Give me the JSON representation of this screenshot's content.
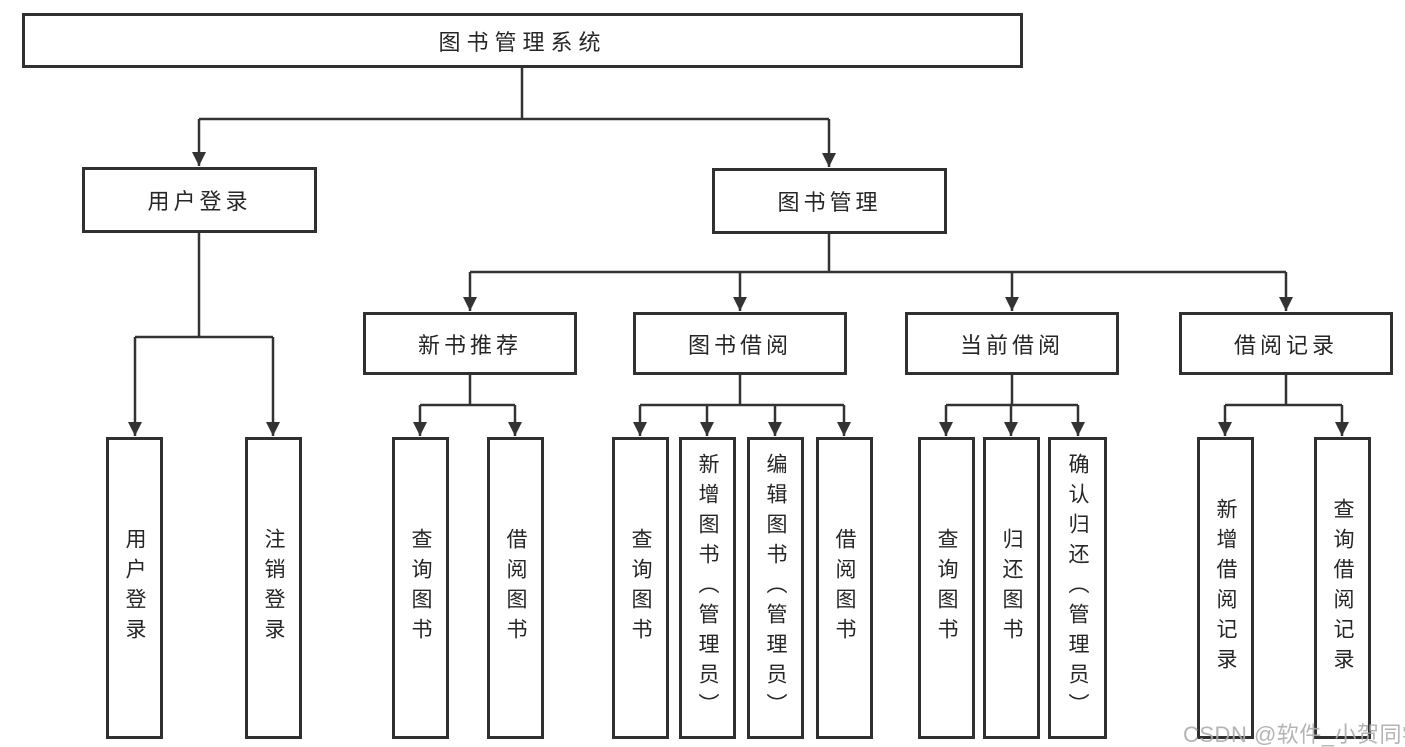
{
  "tree": {
    "root": {
      "label": "图书管理系统",
      "children": [
        {
          "label": "用户登录",
          "children": [
            {
              "label": "用户登录"
            },
            {
              "label": "注销登录"
            }
          ]
        },
        {
          "label": "图书管理",
          "children": [
            {
              "label": "新书推荐",
              "children": [
                {
                  "label": "查询图书"
                },
                {
                  "label": "借阅图书"
                }
              ]
            },
            {
              "label": "图书借阅",
              "children": [
                {
                  "label": "查询图书"
                },
                {
                  "label": "新增图书（管理员）"
                },
                {
                  "label": "编辑图书（管理员）"
                },
                {
                  "label": "借阅图书"
                }
              ]
            },
            {
              "label": "当前借阅",
              "children": [
                {
                  "label": "查询图书"
                },
                {
                  "label": "归还图书"
                },
                {
                  "label": "确认归还（管理员）"
                }
              ]
            },
            {
              "label": "借阅记录",
              "children": [
                {
                  "label": "新增借阅记录"
                },
                {
                  "label": "查询借阅记录"
                }
              ]
            }
          ]
        }
      ]
    }
  },
  "watermark": {
    "text": "CSDN @软件_小贺同学",
    "color": "#acacac"
  },
  "colors": {
    "line": "#333333",
    "box_border": "#303030",
    "text": "#262626",
    "background": "#ffffff"
  }
}
